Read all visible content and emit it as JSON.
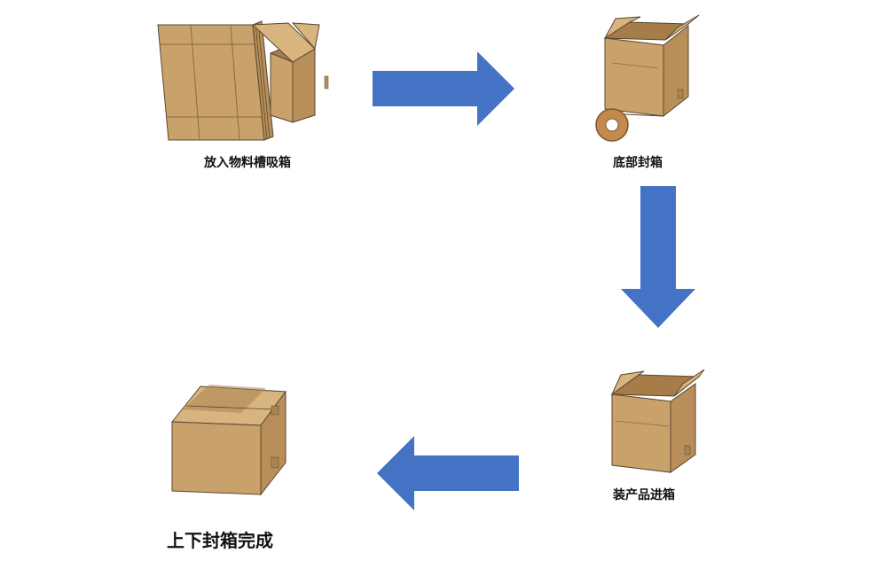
{
  "steps": [
    {
      "id": "step-1",
      "label": "放入物料槽吸箱"
    },
    {
      "id": "step-2",
      "label": "底部封箱"
    },
    {
      "id": "step-3",
      "label": "装产品进箱"
    },
    {
      "id": "step-4",
      "label": "上下封箱完成"
    }
  ],
  "colors": {
    "arrow": "#4472C4",
    "box_front": "#C9A26B",
    "box_side": "#B88F58",
    "box_top": "#D8B47F",
    "box_inner": "#A67C48",
    "box_edge": "#5A4630",
    "tape": "#A9834F",
    "tape_roll": "#C48A4C"
  }
}
